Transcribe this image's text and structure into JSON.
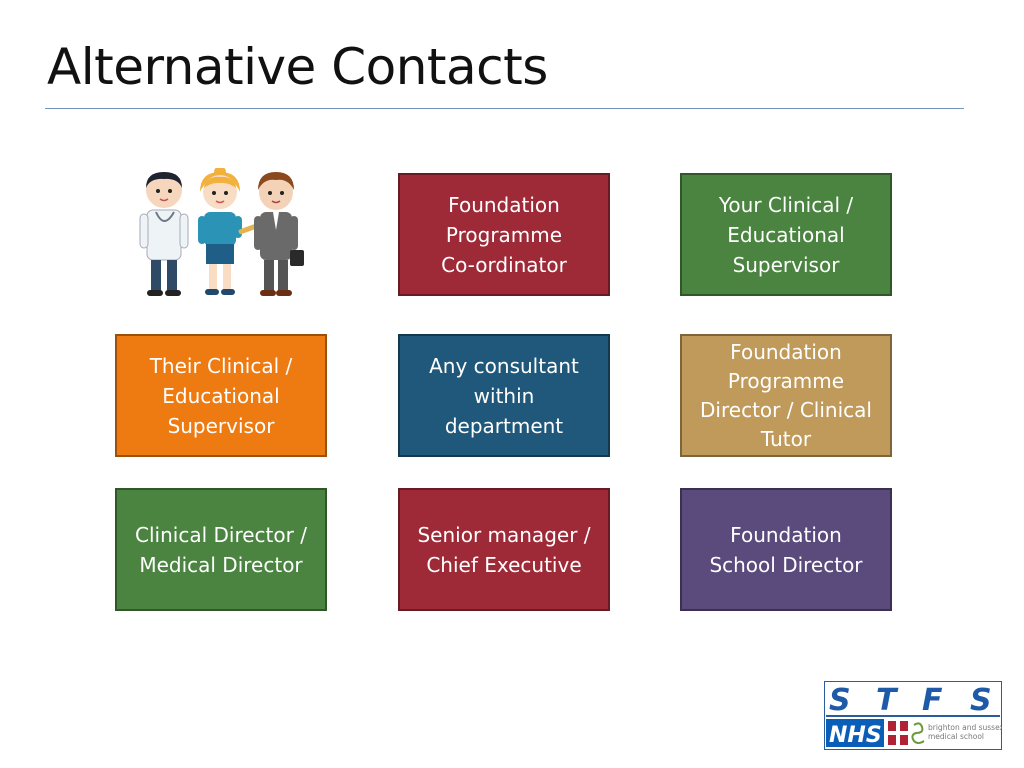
{
  "slide": {
    "title": "Alternative Contacts"
  },
  "boxes": [
    {
      "label": "Foundation\nProgramme\nCo-ordinator",
      "color": "#9e2a38"
    },
    {
      "label": "Your Clinical /\nEducational\nSupervisor",
      "color": "#4a8440"
    },
    {
      "label": "Their Clinical /\nEducational\nSupervisor",
      "color": "#ee7b12"
    },
    {
      "label": "Any consultant\nwithin\ndepartment",
      "color": "#1f587a"
    },
    {
      "label": "Foundation\nProgramme\nDirector / Clinical\nTutor",
      "color": "#c09a5b"
    },
    {
      "label": "Clinical Director /\nMedical Director",
      "color": "#4a8440"
    },
    {
      "label": "Senior manager /\nChief Executive",
      "color": "#9e2a38"
    },
    {
      "label": "Foundation\nSchool Director",
      "color": "#5b4a7c"
    }
  ],
  "logo": {
    "stfs_letters": [
      "S",
      "T",
      "F",
      "S"
    ],
    "nhs": "NHS",
    "school": "brighton and sussex\nmedical school"
  }
}
